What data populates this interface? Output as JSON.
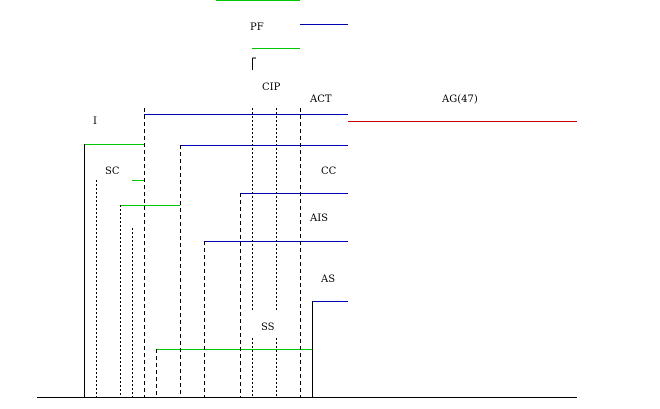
{
  "diagram": {
    "labels": {
      "pf": "PF",
      "cip": "CIP",
      "act": "ACT",
      "ag": "AG(47)",
      "i": "I",
      "sc": "SC",
      "cc": "CC",
      "ais": "AIS",
      "as": "AS",
      "ss": "SS"
    },
    "colors": {
      "green": "#00c800",
      "blue": "#0000b4",
      "red": "#c80000",
      "black": "#000000"
    }
  }
}
